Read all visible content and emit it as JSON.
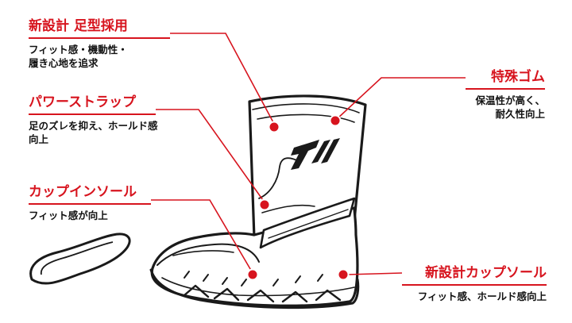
{
  "colors": {
    "accent": "#d7141e",
    "line": "#1a1a1a",
    "text": "#111111"
  },
  "features": {
    "last": {
      "title": "新設計 足型採用",
      "lines": [
        "フィット感・機動性・",
        "履き心地を追求"
      ]
    },
    "rubber": {
      "title": "特殊ゴム",
      "lines": [
        "保温性が高く、",
        "耐久性向上"
      ]
    },
    "strap": {
      "title": "パワーストラップ",
      "lines": [
        "足のズレを抑え、ホールド感",
        "向上"
      ]
    },
    "insole": {
      "title": "カップインソール",
      "lines": [
        "フィット感が向上"
      ]
    },
    "outsole": {
      "title": "新設計カップソール",
      "lines": [
        "フィット感、ホールド感向上"
      ]
    }
  },
  "icons": [
    "brand-logo-icon",
    "boot-illustration",
    "insole-illustration"
  ]
}
